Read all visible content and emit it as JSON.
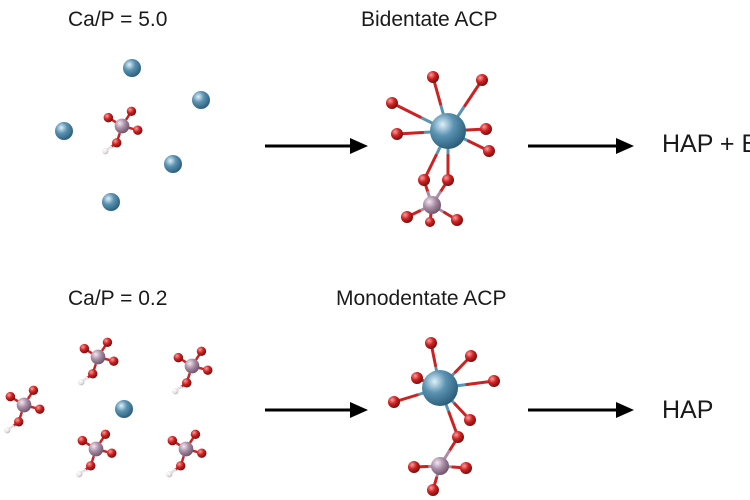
{
  "rows": [
    {
      "ratio_label": "Ca/P = 5.0",
      "intermediate_label": "Bidentate ACP",
      "product_label": "HAP + B"
    },
    {
      "ratio_label": "Ca/P = 0.2",
      "intermediate_label": "Monodentate ACP",
      "product_label": "HAP"
    }
  ],
  "colors": {
    "calcium": "#5b93b2",
    "phosphorus": "#a98da6",
    "oxygen": "#cc2222",
    "hydrogen": "#e6e0e0",
    "arrow": "#000000",
    "text": "#1a1a1a"
  }
}
